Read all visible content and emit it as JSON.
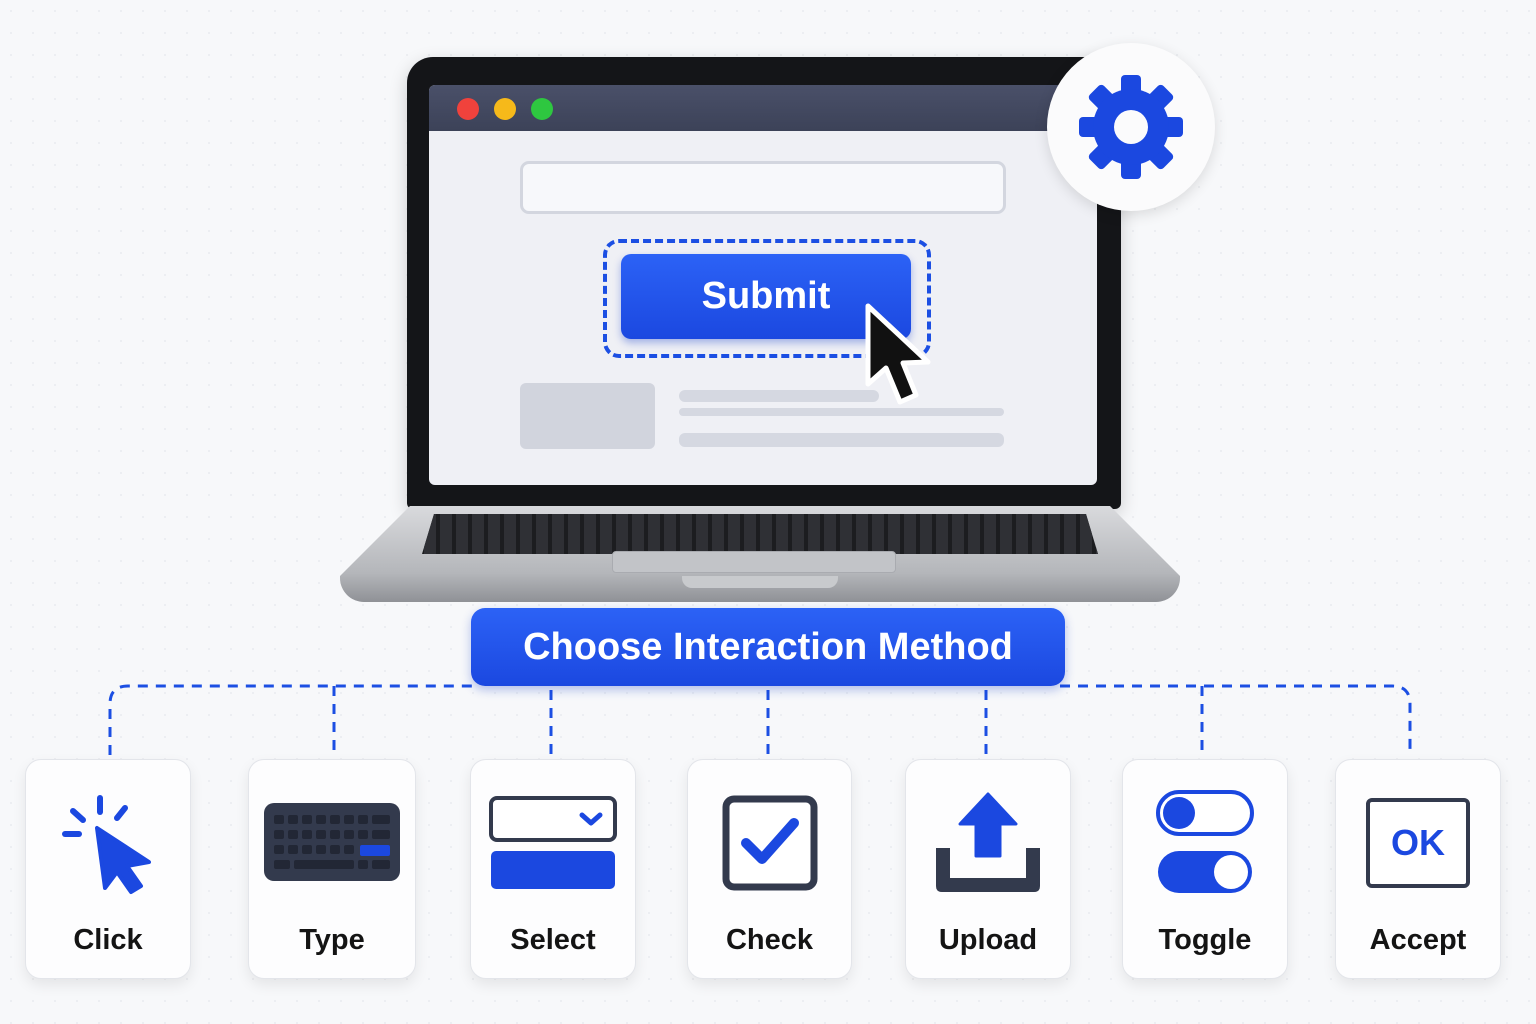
{
  "main_button": {
    "label": "Submit"
  },
  "title": "Choose Interaction Method",
  "methods": [
    {
      "label": "Click",
      "icon": "click-cursor-icon"
    },
    {
      "label": "Type",
      "icon": "keyboard-icon"
    },
    {
      "label": "Select",
      "icon": "dropdown-select-icon"
    },
    {
      "label": "Check",
      "icon": "checkbox-icon"
    },
    {
      "label": "Upload",
      "icon": "upload-icon"
    },
    {
      "label": "Toggle",
      "icon": "toggle-switch-icon"
    },
    {
      "label": "Accept",
      "icon": "ok-button-icon",
      "icon_text": "OK"
    }
  ],
  "colors": {
    "accent": "#1b48e0",
    "dark": "#333a4d",
    "background": "#f7f8fa"
  }
}
